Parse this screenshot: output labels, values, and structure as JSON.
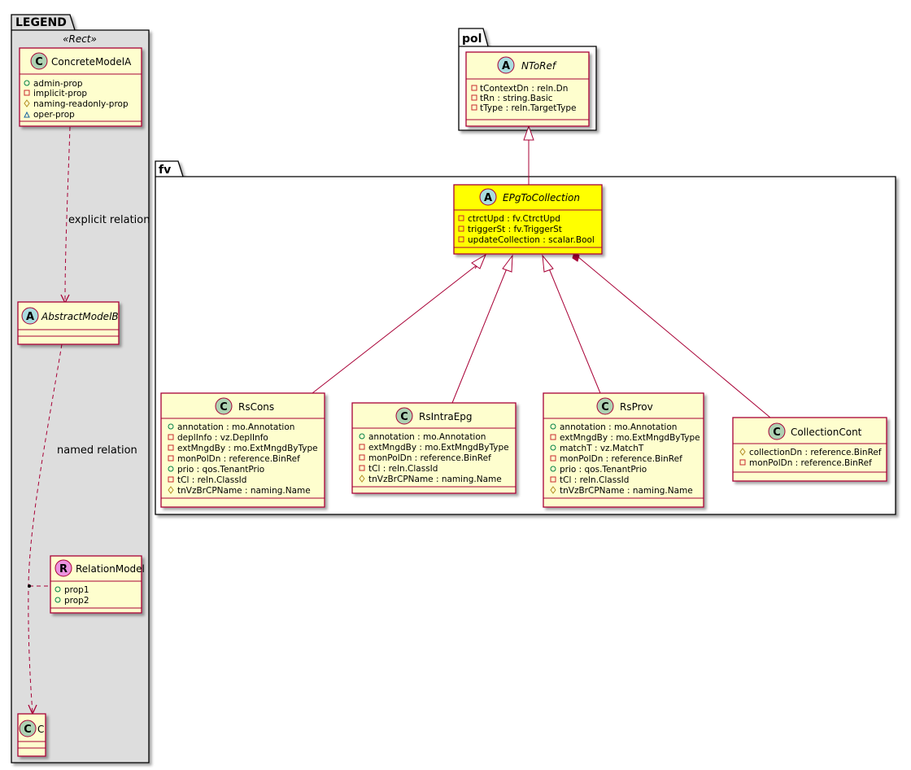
{
  "packages": {
    "legend": {
      "name": "LEGEND",
      "stereotype": "«Rect»"
    },
    "pol": {
      "name": "pol"
    },
    "fv": {
      "name": "fv"
    }
  },
  "classes": {
    "concrete_model_a": {
      "kind": "C",
      "name": "ConcreteModelA",
      "members": [
        {
          "vis": "+",
          "text": "admin-prop"
        },
        {
          "vis": "-",
          "text": "implicit-prop"
        },
        {
          "vis": "#",
          "text": "naming-readonly-prop"
        },
        {
          "vis": "~",
          "text": "oper-prop"
        }
      ]
    },
    "abstract_model_b": {
      "kind": "A",
      "name": "AbstractModelB",
      "members": []
    },
    "relation_model": {
      "kind": "R",
      "name": "RelationModel",
      "members": [
        {
          "vis": "+",
          "text": "prop1"
        },
        {
          "vis": "+",
          "text": "prop2"
        }
      ]
    },
    "c": {
      "kind": "C",
      "name": "C",
      "members": []
    },
    "n_to_ref": {
      "kind": "A",
      "name": "NToRef",
      "members": [
        {
          "vis": "-",
          "text": "tContextDn : reln.Dn"
        },
        {
          "vis": "-",
          "text": "tRn : string.Basic"
        },
        {
          "vis": "-",
          "text": "tType : reln.TargetType"
        }
      ]
    },
    "epg_to_collection": {
      "kind": "A",
      "name": "EPgToCollection",
      "members": [
        {
          "vis": "-",
          "text": "ctrctUpd : fv.CtrctUpd"
        },
        {
          "vis": "-",
          "text": "triggerSt : fv.TriggerSt"
        },
        {
          "vis": "-",
          "text": "updateCollection : scalar.Bool"
        }
      ]
    },
    "rs_cons": {
      "kind": "C",
      "name": "RsCons",
      "members": [
        {
          "vis": "+",
          "text": "annotation : mo.Annotation"
        },
        {
          "vis": "-",
          "text": "deplInfo : vz.DeplInfo"
        },
        {
          "vis": "-",
          "text": "extMngdBy : mo.ExtMngdByType"
        },
        {
          "vis": "-",
          "text": "monPolDn : reference.BinRef"
        },
        {
          "vis": "+",
          "text": "prio : qos.TenantPrio"
        },
        {
          "vis": "-",
          "text": "tCl : reln.ClassId"
        },
        {
          "vis": "#",
          "text": "tnVzBrCPName : naming.Name"
        }
      ]
    },
    "rs_intra_epg": {
      "kind": "C",
      "name": "RsIntraEpg",
      "members": [
        {
          "vis": "+",
          "text": "annotation : mo.Annotation"
        },
        {
          "vis": "-",
          "text": "extMngdBy : mo.ExtMngdByType"
        },
        {
          "vis": "-",
          "text": "monPolDn : reference.BinRef"
        },
        {
          "vis": "-",
          "text": "tCl : reln.ClassId"
        },
        {
          "vis": "#",
          "text": "tnVzBrCPName : naming.Name"
        }
      ]
    },
    "rs_prov": {
      "kind": "C",
      "name": "RsProv",
      "members": [
        {
          "vis": "+",
          "text": "annotation : mo.Annotation"
        },
        {
          "vis": "-",
          "text": "extMngdBy : mo.ExtMngdByType"
        },
        {
          "vis": "+",
          "text": "matchT : vz.MatchT"
        },
        {
          "vis": "-",
          "text": "monPolDn : reference.BinRef"
        },
        {
          "vis": "+",
          "text": "prio : qos.TenantPrio"
        },
        {
          "vis": "-",
          "text": "tCl : reln.ClassId"
        },
        {
          "vis": "#",
          "text": "tnVzBrCPName : naming.Name"
        }
      ]
    },
    "collection_cont": {
      "kind": "C",
      "name": "CollectionCont",
      "members": [
        {
          "vis": "#",
          "text": "collectionDn : reference.BinRef"
        },
        {
          "vis": "-",
          "text": "monPolDn : reference.BinRef"
        }
      ]
    }
  },
  "relations": {
    "explicit_label": "explicit relation",
    "named_label": "named relation"
  },
  "colors": {
    "class_fill": "#FEFECE",
    "class_border": "#A80036",
    "highlight_fill": "#FFFF00",
    "legend_fill": "#DDDDDD",
    "badge_class": "#ADD1B2",
    "badge_abstract": "#A9DCDF",
    "badge_relation": "#EB93DF"
  }
}
